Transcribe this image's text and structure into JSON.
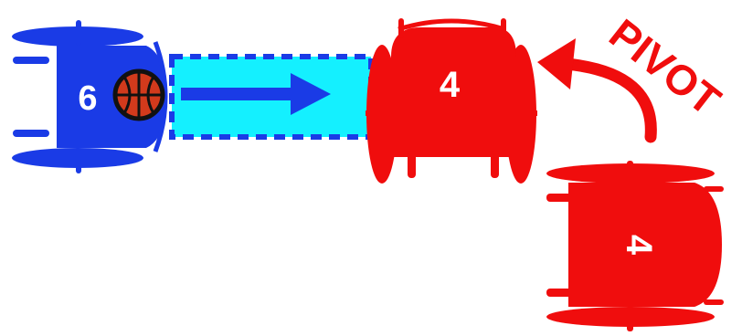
{
  "colors": {
    "blue_team": "#1a3be6",
    "red_team": "#f00d0d",
    "lane_fill": "#14f0ff",
    "lane_border": "#1a3be6",
    "ball": "#d23a1c",
    "background": "#ffffff"
  },
  "players": {
    "offense": {
      "number": "6",
      "team": "blue",
      "has_ball": true,
      "facing": "right"
    },
    "defender_front": {
      "number": "4",
      "team": "red",
      "facing": "left",
      "state": "after-pivot"
    },
    "defender_back": {
      "number": "4",
      "team": "red",
      "facing": "up",
      "state": "before-pivot"
    }
  },
  "labels": {
    "pivot": "PIVOT"
  },
  "icons": {
    "ball": "basketball-icon",
    "pass_arrow": "arrow-right-icon",
    "pivot_arrow": "curved-arrow-icon"
  }
}
